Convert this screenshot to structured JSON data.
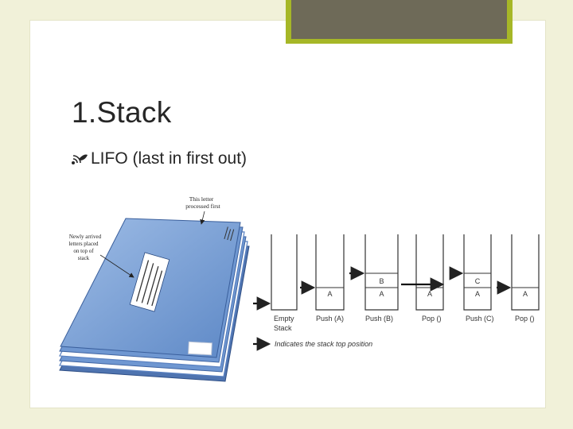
{
  "slide": {
    "title": "1.Stack",
    "bullet": {
      "icon": "wifi-leaf-bullet-icon",
      "text": "LIFO (last in first out)"
    }
  },
  "letters_illustration": {
    "callout_top": [
      "This letter",
      "processed first"
    ],
    "callout_left": [
      "Newly arrived",
      "letters placed",
      "on top of",
      "stack"
    ]
  },
  "stack_diagram": {
    "frames": [
      {
        "caption": [
          "Empty",
          "Stack"
        ],
        "cells": []
      },
      {
        "caption": [
          "Push (A)"
        ],
        "cells": [
          "A"
        ]
      },
      {
        "caption": [
          "Push (B)"
        ],
        "cells": [
          "A",
          "B"
        ]
      },
      {
        "caption": [
          "Pop ()"
        ],
        "cells": [
          "A"
        ]
      },
      {
        "caption": [
          "Push (C)"
        ],
        "cells": [
          "A",
          "C"
        ]
      },
      {
        "caption": [
          "Pop ()"
        ],
        "cells": [
          "A"
        ]
      }
    ],
    "legend": "Indicates the stack top position"
  },
  "colors": {
    "background": "#f1f1d9",
    "accent_green": "#a6b727",
    "accent_dark": "#6e6a58",
    "envelope_blue": "#7ea3d6"
  }
}
